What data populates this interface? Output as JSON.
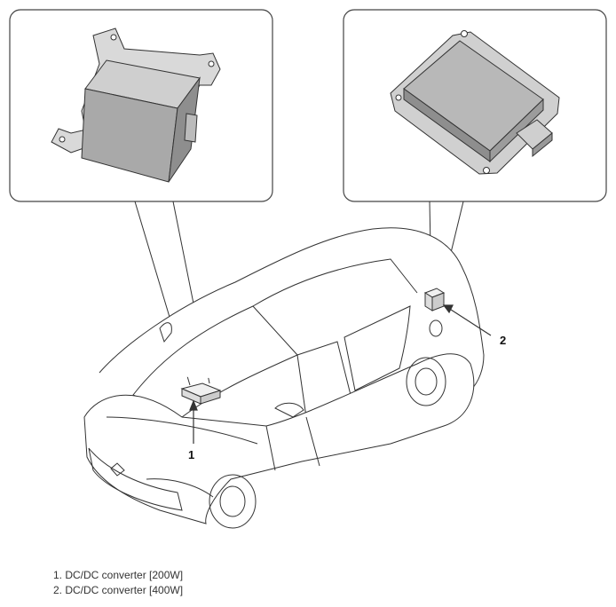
{
  "callouts": [
    {
      "number": "1",
      "legend": "1. DC/DC converter [200W]"
    },
    {
      "number": "2",
      "legend": "2. DC/DC converter [400W]"
    }
  ],
  "colors": {
    "line": "#333333",
    "panel_border": "#444444",
    "component_fill": "#bfbfbf",
    "component_dark": "#8a8a8a",
    "component_light": "#d9d9d9"
  }
}
